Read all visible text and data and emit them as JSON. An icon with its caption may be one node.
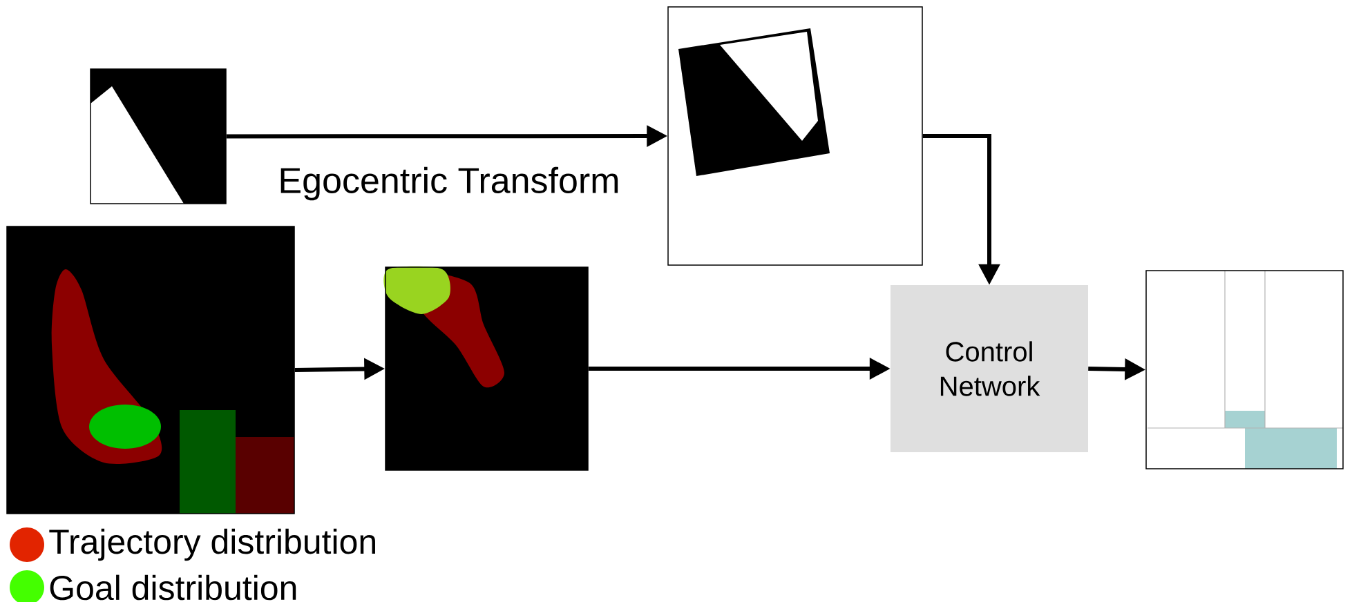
{
  "diagram": {
    "nodes": [
      {
        "text": [],
        "shape": "picture"
      },
      {
        "text": [],
        "shape": "picture"
      },
      {
        "text": [],
        "shape": "picture"
      },
      {
        "text": [],
        "shape": "picture"
      },
      {
        "text": [
          "Control Network"
        ]
      },
      {
        "text": [],
        "shape": "picture"
      }
    ],
    "edges": [
      {
        "from": 0,
        "to": 1,
        "arrow": "to",
        "label": "Egocentric Transform"
      },
      {
        "from": 1,
        "to": 4,
        "arrow": "to"
      },
      {
        "from": 2,
        "to": 3,
        "arrow": "to"
      },
      {
        "from": 3,
        "to": 4,
        "arrow": "to"
      },
      {
        "from": 4,
        "to": 5,
        "arrow": "to"
      }
    ],
    "legend": [
      {
        "text": "Trajectory distribution",
        "color": "#e22400"
      },
      {
        "text": "Goal distribution",
        "color": "#44ff00"
      }
    ]
  }
}
